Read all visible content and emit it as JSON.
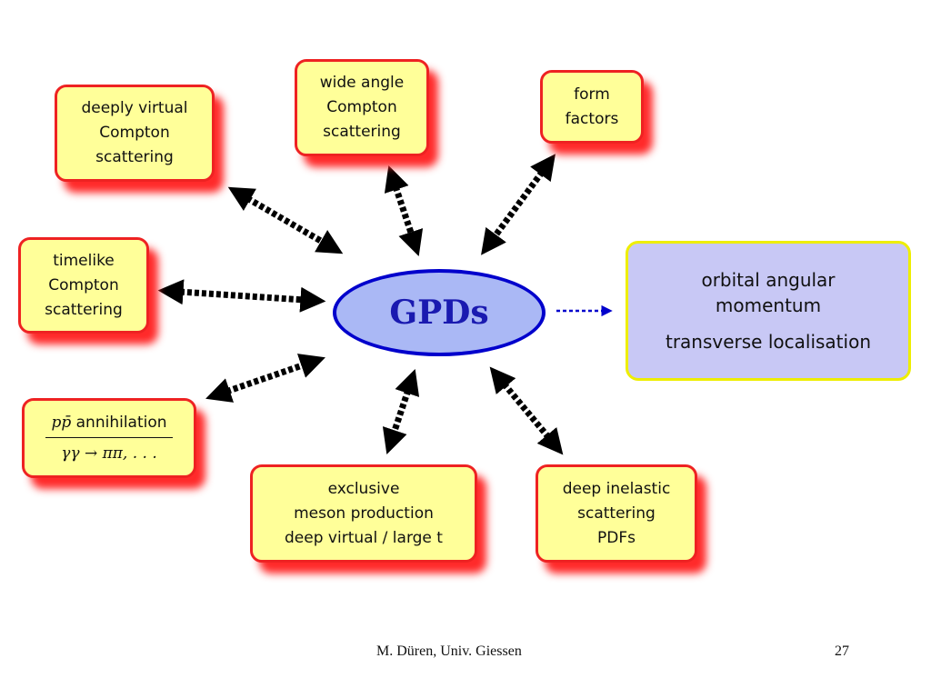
{
  "center": {
    "label": "GPDs"
  },
  "nodes": {
    "dvcs": [
      "deeply virtual",
      "Compton",
      "scattering"
    ],
    "wacs": [
      "wide angle",
      "Compton",
      "scattering"
    ],
    "form_factors": [
      "form",
      "factors"
    ],
    "tcs": [
      "timelike",
      "Compton",
      "scattering"
    ],
    "annihilation": {
      "line1_math": "pp̄",
      "line1_text": " annihilation",
      "line2": "γγ → ππ, . . ."
    },
    "exclusive_meson": [
      "exclusive",
      "meson production",
      "deep virtual / large t"
    ],
    "dis": [
      "deep inelastic",
      "scattering",
      "PDFs"
    ]
  },
  "result": {
    "line1": "orbital angular",
    "line2": "momentum",
    "line3": "transverse localisation"
  },
  "footer": {
    "author": "M. Düren, Univ. Giessen",
    "page": "27"
  },
  "colors": {
    "box_fill": "#ffff99",
    "box_border": "#ee2222",
    "box_shadow": "#ff2a2a",
    "ellipse_fill": "#aab8f5",
    "ellipse_border": "#0000cc",
    "ellipse_text": "#1a1ab0",
    "result_fill": "#c8c8f5",
    "result_border": "#eeee00",
    "arrow_black": "#000000",
    "arrow_blue": "#0000cc"
  }
}
